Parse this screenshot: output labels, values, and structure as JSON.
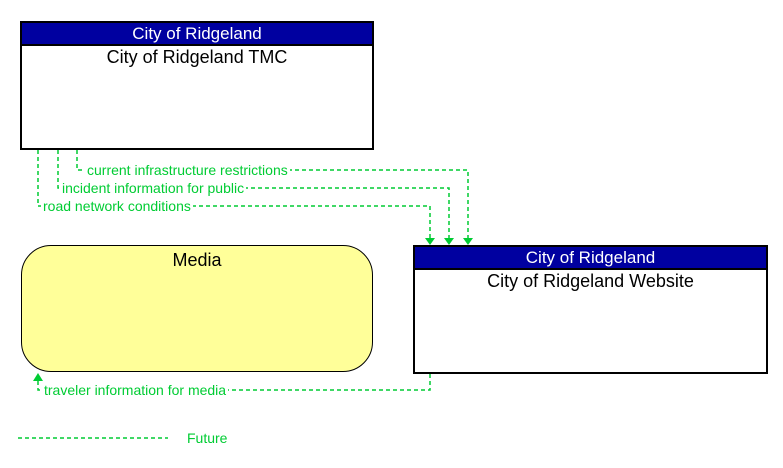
{
  "diagram": {
    "tmc_box": {
      "header": "City of Ridgeland",
      "title": "City of Ridgeland TMC"
    },
    "website_box": {
      "header": "City of Ridgeland",
      "title": "City of Ridgeland Website"
    },
    "media_box": {
      "title": "Media"
    },
    "flows": [
      {
        "label": "current infrastructure restrictions",
        "from": "City of Ridgeland TMC",
        "to": "City of Ridgeland Website",
        "status": "future"
      },
      {
        "label": "incident information for public",
        "from": "City of Ridgeland TMC",
        "to": "City of Ridgeland Website",
        "status": "future"
      },
      {
        "label": "road network conditions",
        "from": "City of Ridgeland TMC",
        "to": "City of Ridgeland Website",
        "status": "future"
      },
      {
        "label": "traveler information for media",
        "from": "City of Ridgeland Website",
        "to": "Media",
        "status": "future"
      }
    ],
    "legend": {
      "future_label": "Future"
    },
    "colors": {
      "header_bg": "#0000A0",
      "header_text": "#FFFFFF",
      "media_fill": "#FFFF99",
      "flow_green": "#00CC33",
      "box_border": "#000000",
      "page_bg": "#FFFFFF"
    }
  }
}
